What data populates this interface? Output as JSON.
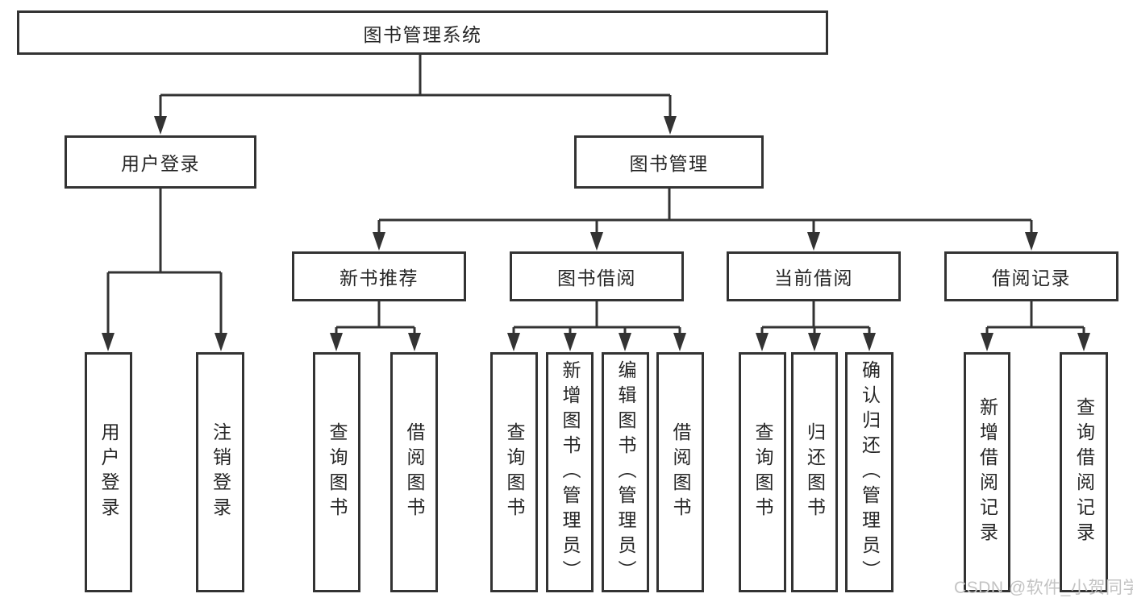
{
  "nodes": {
    "root": "图书管理系统",
    "user_login": "用户登录",
    "book_management": "图书管理",
    "new_book_recommend": "新书推荐",
    "book_borrow": "图书借阅",
    "current_borrow": "当前借阅",
    "borrow_records": "借阅记录",
    "leaf_user_login": "用户登录",
    "leaf_logout": "注销登录",
    "leaf_nbr_query": "查询图书",
    "leaf_nbr_borrow": "借阅图书",
    "leaf_bb_query": "查询图书",
    "leaf_bb_add": "新增图书（管理员）",
    "leaf_bb_edit": "编辑图书（管理员）",
    "leaf_bb_borrow": "借阅图书",
    "leaf_cb_query": "查询图书",
    "leaf_cb_return": "归还图书",
    "leaf_cb_confirm": "确认归还（管理员）",
    "leaf_br_add": "新增借阅记录",
    "leaf_br_query": "查询借阅记录"
  },
  "watermark": "CSDN @软件_小贺同学",
  "colors": {
    "line": "#333333",
    "text": "#262626",
    "background": "#ffffff",
    "watermark": "#c3c3c3"
  }
}
